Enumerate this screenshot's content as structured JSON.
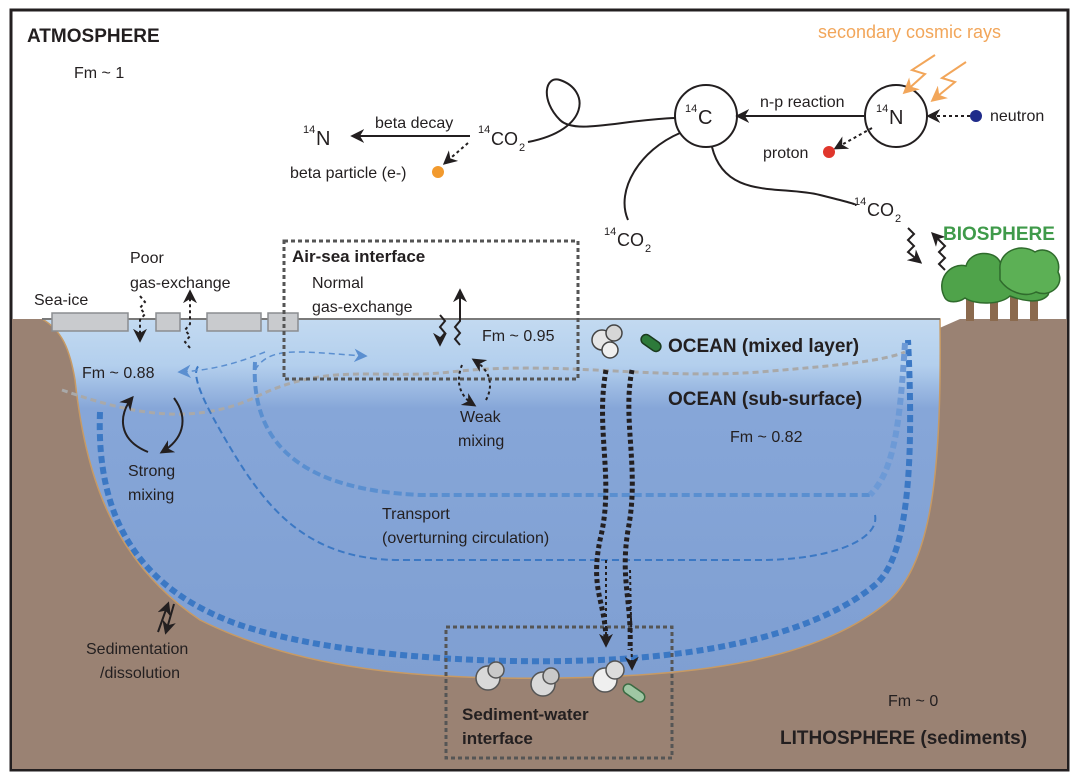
{
  "labels": {
    "atmosphere": "ATMOSPHERE",
    "fm_atmosphere": "Fm ~ 1",
    "cosmic_rays": "secondary cosmic rays",
    "n_p_reaction": "n-p reaction",
    "c14": "C",
    "n14_circle": "N",
    "neutron": "neutron",
    "proton": "proton",
    "beta_decay": "beta decay",
    "n14_product": "N",
    "co2_decay": "CO",
    "beta_particle": "beta particle (e-)",
    "co2_ocean": "CO",
    "co2_biosphere": "CO",
    "mass_14": "14",
    "sub_2": "2",
    "biosphere": "BIOSPHERE",
    "poor_gas_1": "Poor",
    "poor_gas_2": "gas-exchange",
    "sea_ice": "Sea-ice",
    "air_sea": "Air-sea interface",
    "normal_gas_1": "Normal",
    "normal_gas_2": "gas-exchange",
    "fm_mixed": "Fm ~ 0.95",
    "ocean_mixed": "OCEAN (mixed layer)",
    "fm_polar": "Fm ~ 0.88",
    "ocean_sub": "OCEAN (sub-surface)",
    "fm_sub": "Fm ~ 0.82",
    "weak_mixing_1": "Weak",
    "weak_mixing_2": "mixing",
    "strong_mixing_1": "Strong",
    "strong_mixing_2": "mixing",
    "transport_1": "Transport",
    "transport_2": "(overturning circulation)",
    "sedimentation_1": "Sedimentation",
    "sedimentation_2": "/dissolution",
    "sediment_water_1": "Sediment-water",
    "sediment_water_2": "interface",
    "fm_litho": "Fm ~ 0",
    "lithosphere": "LITHOSPHERE (sediments)"
  },
  "colors": {
    "cosmic": "#f2a65a",
    "biosphere": "#3f9a4a",
    "sediment": "#9a8273",
    "ocean_surface": "#b9d4ee",
    "ocean_deep": "#7a9cd0",
    "circulation": "#3b78c4",
    "neutron": "#1f2b8a",
    "proton": "#e0362c",
    "beta": "#f29a2e"
  }
}
